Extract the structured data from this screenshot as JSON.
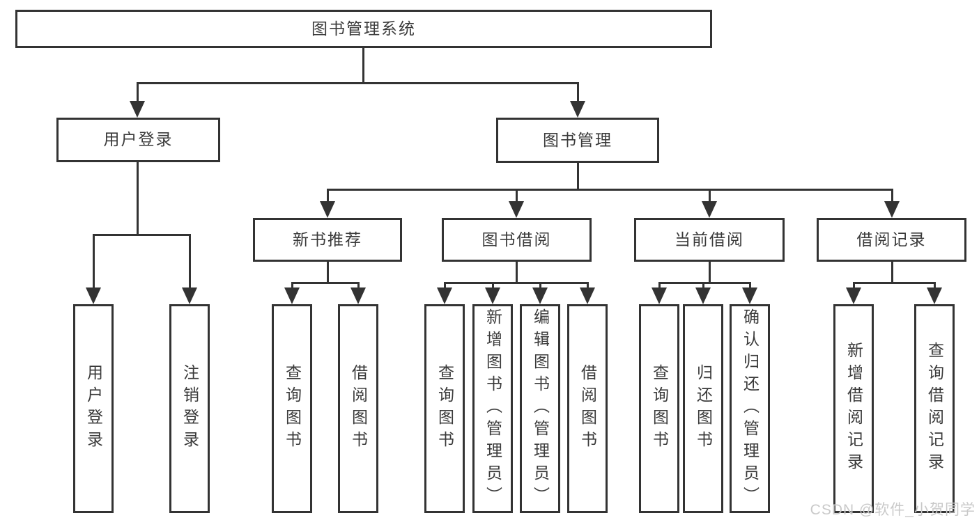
{
  "diagram": {
    "root": {
      "label": "图书管理系统",
      "children": [
        {
          "label": "用户登录",
          "children": [
            {
              "label": "用户登录"
            },
            {
              "label": "注销登录"
            }
          ]
        },
        {
          "label": "图书管理",
          "children": [
            {
              "label": "新书推荐",
              "children": [
                {
                  "label": "查询图书"
                },
                {
                  "label": "借阅图书"
                }
              ]
            },
            {
              "label": "图书借阅",
              "children": [
                {
                  "label": "查询图书"
                },
                {
                  "label": "新增图书（管理员）"
                },
                {
                  "label": "编辑图书（管理员）"
                },
                {
                  "label": "借阅图书"
                }
              ]
            },
            {
              "label": "当前借阅",
              "children": [
                {
                  "label": "查询图书"
                },
                {
                  "label": "归还图书"
                },
                {
                  "label": "确认归还（管理员）"
                }
              ]
            },
            {
              "label": "借阅记录",
              "children": [
                {
                  "label": "新增借阅记录"
                },
                {
                  "label": "查询借阅记录"
                }
              ]
            }
          ]
        }
      ]
    }
  },
  "watermark": {
    "text": "CSDN @软件_小贺同学"
  },
  "colors": {
    "line": "#333333",
    "text": "#3a3a3a",
    "watermark": "#c9c9c9",
    "background": "#ffffff"
  }
}
